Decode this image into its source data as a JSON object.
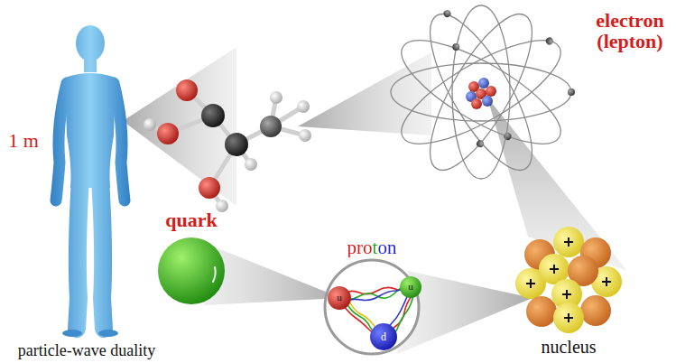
{
  "diagram": {
    "labels": [
      "1 m",
      "electron (lepton)",
      "quark",
      "proton",
      "u",
      "u",
      "d",
      "nucleus",
      "particle-wave duality"
    ]
  }
}
